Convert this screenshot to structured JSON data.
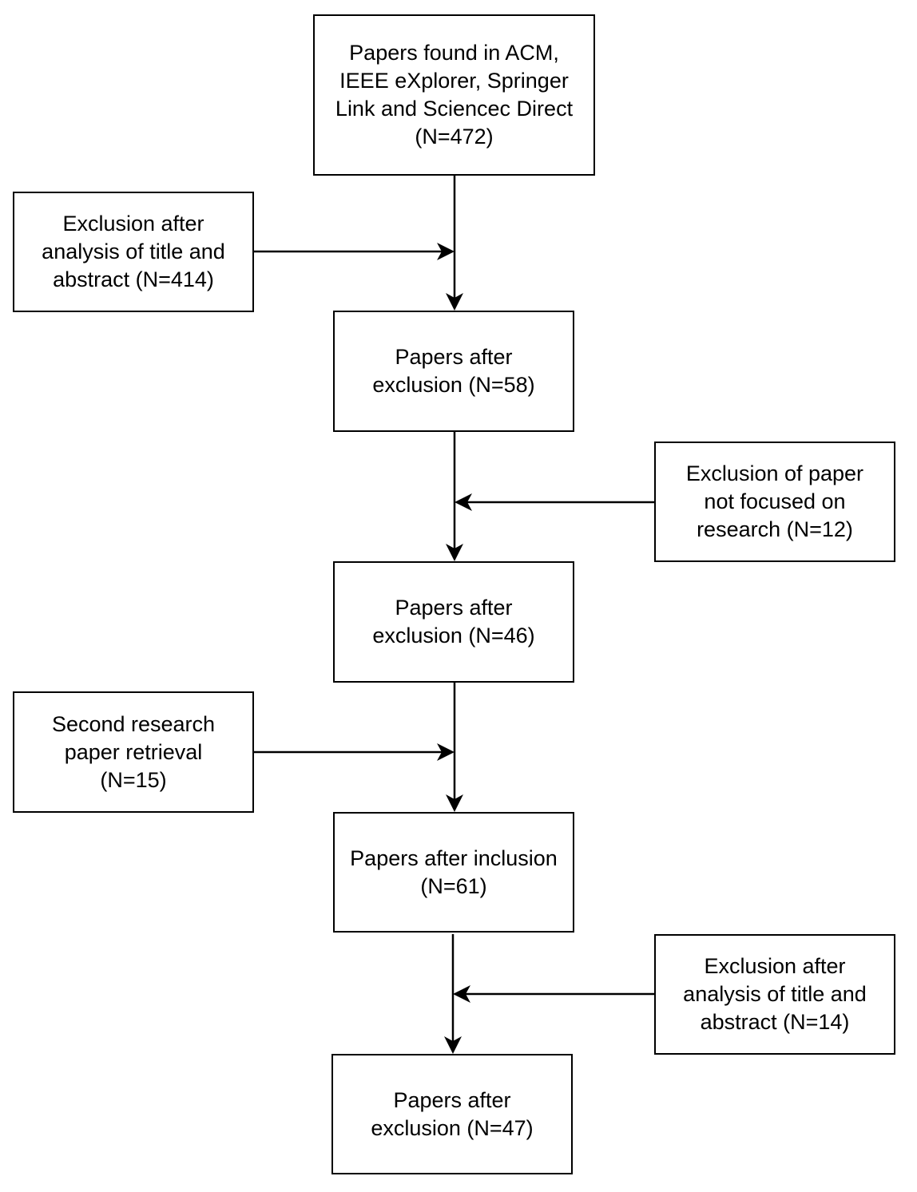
{
  "boxes": {
    "found": "Papers found in ACM,\nIEEE eXplorer, Springer\nLink and Sciencec Direct\n(N=472)",
    "excl_title_1": "Exclusion after\nanalysis of title and\nabstract (N=414)",
    "after_excl_58": "Papers after\nexclusion (N=58)",
    "excl_not_focused": "Exclusion of paper\nnot focused on\nresearch (N=12)",
    "after_excl_46": "Papers after\nexclusion (N=46)",
    "second_retrieval": "Second research\npaper retrieval\n(N=15)",
    "after_incl_61": "Papers after inclusion\n(N=61)",
    "excl_title_2": "Exclusion after\nanalysis of title and\nabstract (N=14)",
    "after_excl_47": "Papers after\nexclusion (N=47)"
  },
  "colors": {
    "stroke": "#000000",
    "background": "#ffffff"
  }
}
